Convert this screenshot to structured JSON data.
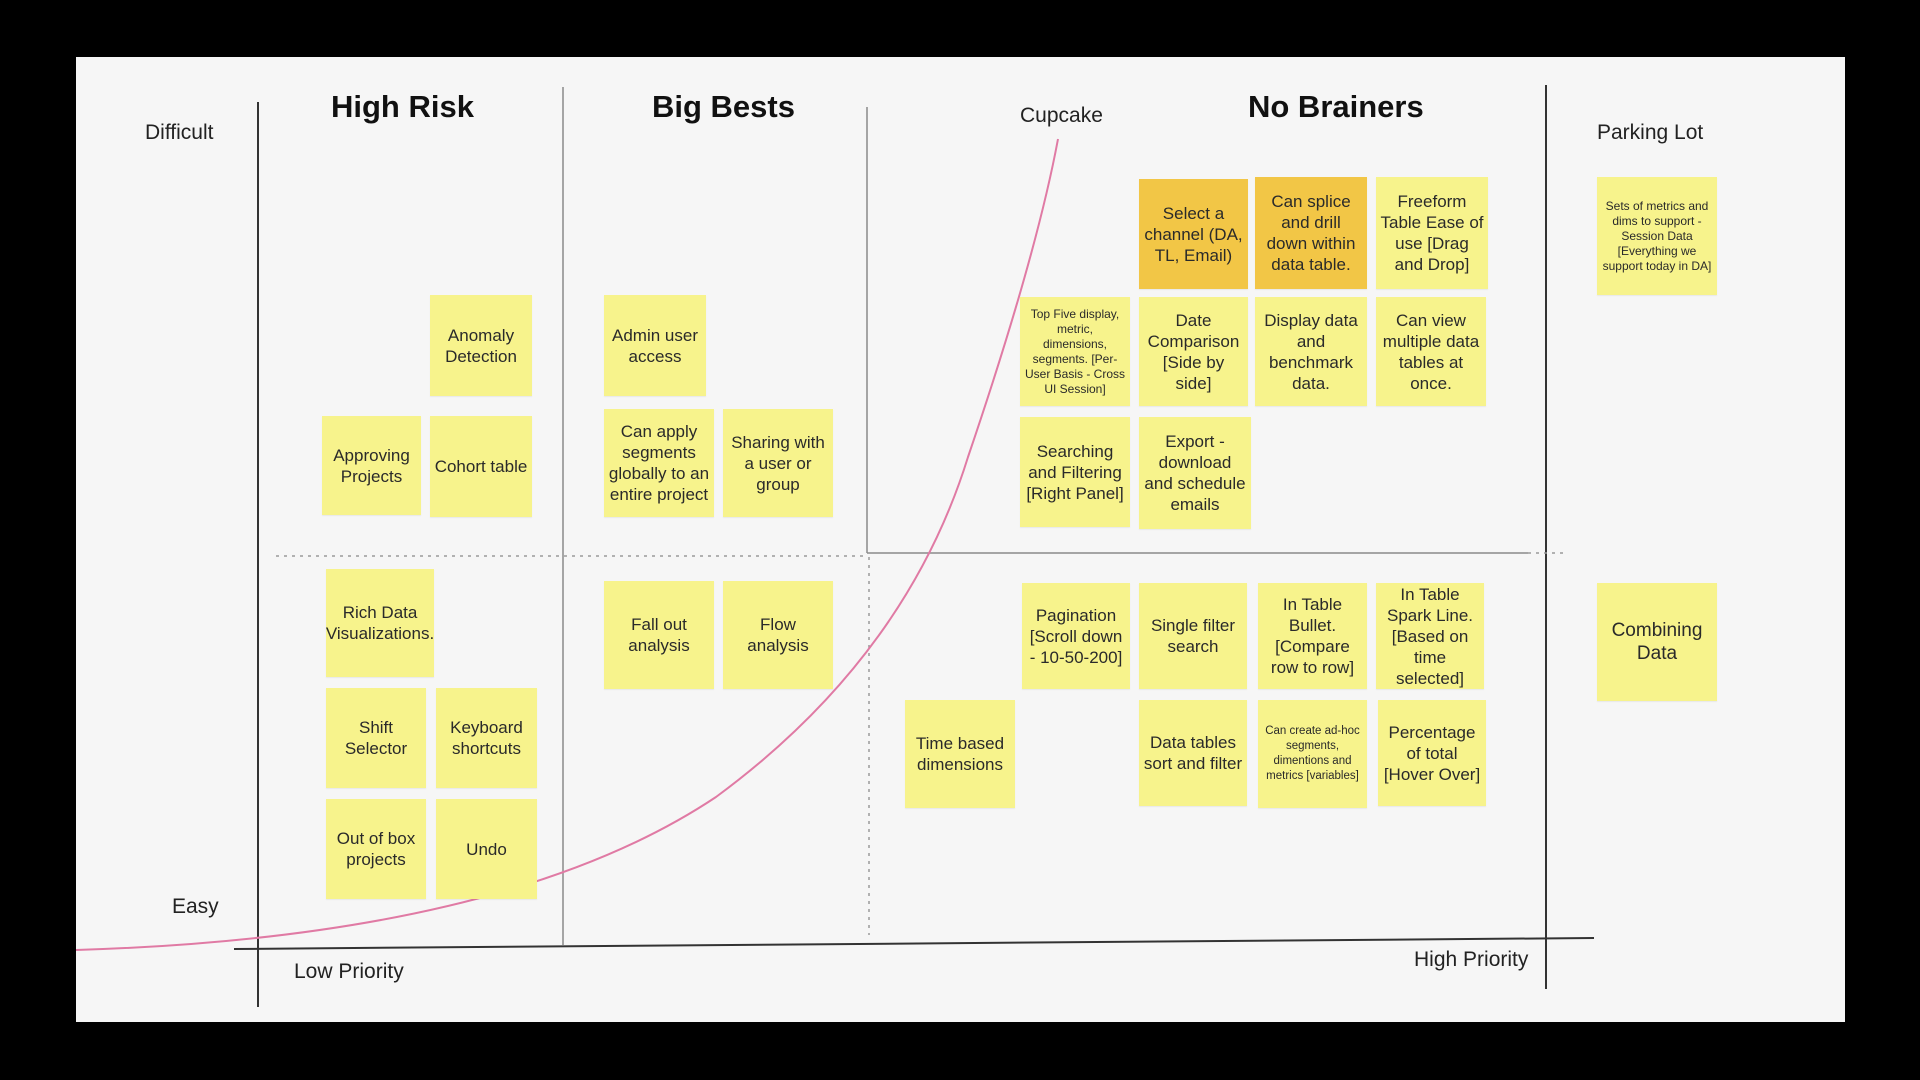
{
  "axes": {
    "difficult": "Difficult",
    "easy": "Easy",
    "low_priority": "Low Priority",
    "high_priority": "High Priority",
    "cupcake": "Cupcake",
    "parking_lot": "Parking Lot"
  },
  "headers": {
    "high_risk": "High Risk",
    "big_bets": "Big Bests",
    "no_brainers": "No Brainers"
  },
  "colors": {
    "note_yellow": "#f7f38c",
    "note_orange": "#f2c646",
    "curve_pink": "#e07aa4",
    "board": "#f6f6f6"
  },
  "notes": {
    "anomaly_detection": "Anomaly Detection",
    "approving_projects": "Approving Projects",
    "cohort_table": "Cohort table",
    "rich_data_viz": "Rich Data Visualizations.",
    "shift_selector": "Shift Selector",
    "keyboard_shortcuts": "Keyboard shortcuts",
    "out_of_box_projects": "Out of box projects",
    "undo": "Undo",
    "admin_user_access": "Admin user access",
    "apply_segments": "Can apply segments globally to an entire project",
    "sharing": "Sharing with a user or group",
    "fall_out": "Fall out analysis",
    "flow_analysis": "Flow analysis",
    "select_channel": "Select a channel (DA, TL, Email)",
    "splice_drill": "Can splice and drill down within data table.",
    "freeform": "Freeform Table Ease of use [Drag and Drop]",
    "top_five": "Top Five display, metric, dimensions, segments. [Per-User Basis - Cross UI Session]",
    "date_comparison": "Date Comparison [Side by side]",
    "display_benchmark": "Display data and benchmark data.",
    "multiple_tables": "Can view multiple data tables at once.",
    "searching_filtering": "Searching and Filtering [Right Panel]",
    "export": "Export - download and schedule emails",
    "pagination": "Pagination [Scroll down - 10-50-200]",
    "single_filter": "Single filter search",
    "table_bullet": "In Table Bullet. [Compare row to row]",
    "spark_line": "In Table Spark Line.[Based on time selected]",
    "time_dimensions": "Time based dimensions",
    "sort_filter": "Data tables sort and filter",
    "adhoc": "Can create ad-hoc segments, dimentions and metrics [variables]",
    "percentage": "Percentage of total [Hover Over]",
    "sets_metrics": "Sets of metrics and dims to support - Session Data [Everything we support today in DA]",
    "combining_data": "Combining Data"
  }
}
